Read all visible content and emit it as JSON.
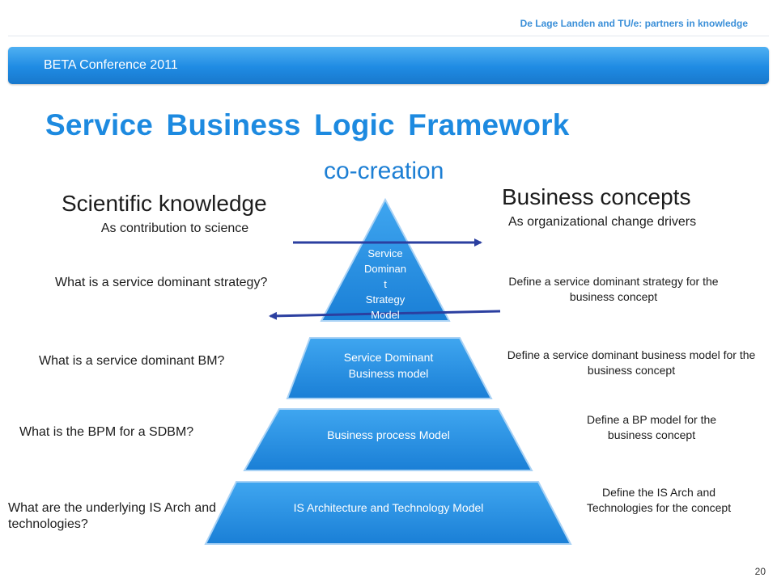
{
  "header": {
    "tagline": "De Lage Landen and TU/e: partners in knowledge",
    "banner_label": "BETA Conference 2011"
  },
  "title": "Service Business Logic Framework",
  "center_label": "co-creation",
  "left": {
    "heading": "Scientific knowledge",
    "subheading": "As contribution to science",
    "questions": [
      "What is a service dominant strategy?",
      "What is a service dominant BM?",
      "What is the BPM for a SDBM?",
      "What are the underlying IS Arch and technologies?"
    ]
  },
  "right": {
    "heading": "Business concepts",
    "subheading": "As organizational change drivers",
    "definitions": [
      "Define a service dominant strategy for the business concept",
      "Define a service dominant business model for the business concept",
      "Define a BP model for the business concept",
      "Define the IS Arch and Technologies for the concept"
    ]
  },
  "pyramid": {
    "apex": [
      "Service",
      "Dominan",
      "t",
      "Strategy",
      "Model"
    ],
    "tiers": [
      "Service Dominant Business model",
      "Business process Model",
      "IS Architecture and Technology Model"
    ]
  },
  "colors": {
    "accent": "#1d8ae0",
    "tier_fill": "#2a93e6",
    "arrow": "#2b3fa0"
  },
  "page_number": "20"
}
